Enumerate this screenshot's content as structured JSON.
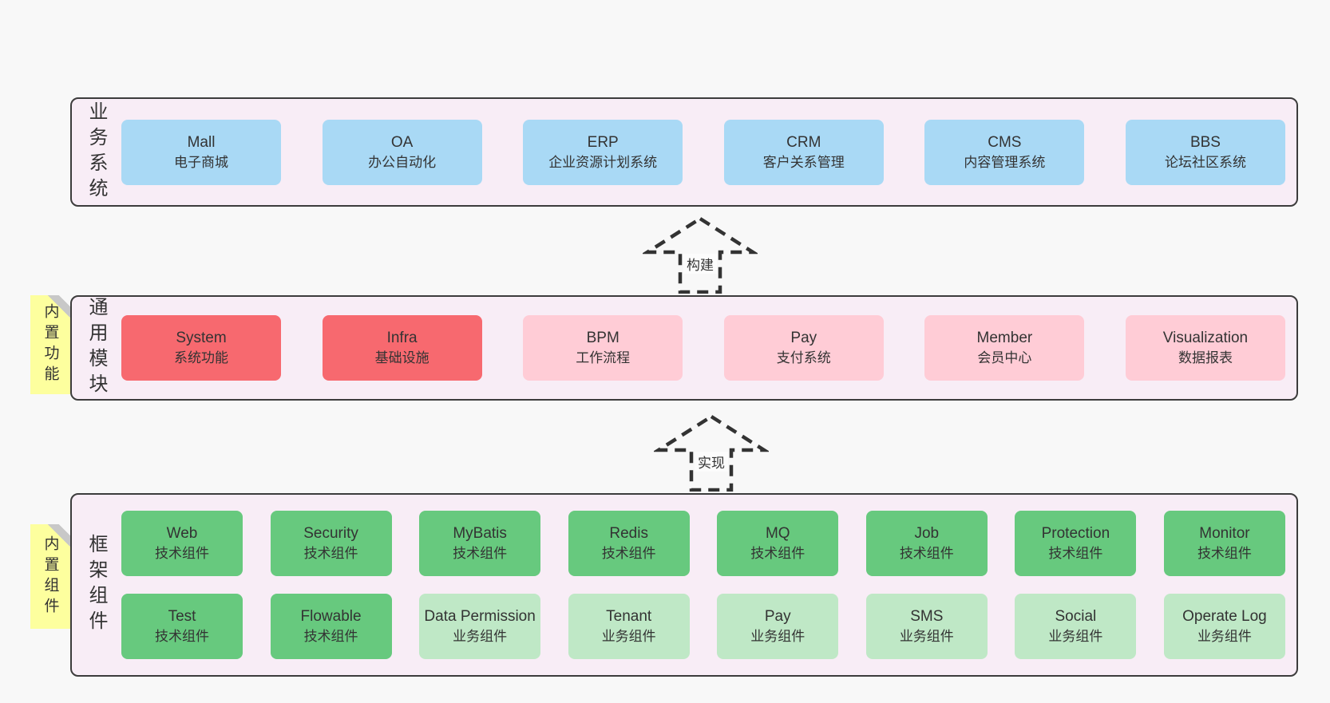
{
  "diagram": {
    "colors": {
      "page_bg": "#f8f8f8",
      "section_bg": "#f8edf6",
      "section_border": "#3c3c3c",
      "text": "#333333",
      "blue": "#a9d9f5",
      "red": "#f7696f",
      "pink": "#ffccd6",
      "green": "#67c97e",
      "light_green": "#bfe8c6",
      "sticky": "#fdff9e",
      "sticky_fold": "#c8c8c8",
      "arrow": "#333333",
      "label_bg": "#fcfcfc"
    },
    "sections": [
      {
        "id": "business-systems",
        "label": "业务系统",
        "sticky": null,
        "rows": [
          [
            {
              "title": "Mall",
              "subtitle": "电子商城",
              "variant": "blue"
            },
            {
              "title": "OA",
              "subtitle": "办公自动化",
              "variant": "blue"
            },
            {
              "title": "ERP",
              "subtitle": "企业资源计划系统",
              "variant": "blue"
            },
            {
              "title": "CRM",
              "subtitle": "客户关系管理",
              "variant": "blue"
            },
            {
              "title": "CMS",
              "subtitle": "内容管理系统",
              "variant": "blue"
            },
            {
              "title": "BBS",
              "subtitle": "论坛社区系统",
              "variant": "blue"
            }
          ]
        ]
      },
      {
        "id": "common-modules",
        "label": "通用模块",
        "sticky": "内置功能",
        "rows": [
          [
            {
              "title": "System",
              "subtitle": "系统功能",
              "variant": "red"
            },
            {
              "title": "Infra",
              "subtitle": "基础设施",
              "variant": "red"
            },
            {
              "title": "BPM",
              "subtitle": "工作流程",
              "variant": "pink"
            },
            {
              "title": "Pay",
              "subtitle": "支付系统",
              "variant": "pink"
            },
            {
              "title": "Member",
              "subtitle": "会员中心",
              "variant": "pink"
            },
            {
              "title": "Visualization",
              "subtitle": "数据报表",
              "variant": "pink"
            }
          ]
        ]
      },
      {
        "id": "framework-components",
        "label": "框架组件",
        "sticky": "内置组件",
        "rows": [
          [
            {
              "title": "Web",
              "subtitle": "技术组件",
              "variant": "green"
            },
            {
              "title": "Security",
              "subtitle": "技术组件",
              "variant": "green"
            },
            {
              "title": "MyBatis",
              "subtitle": "技术组件",
              "variant": "green"
            },
            {
              "title": "Redis",
              "subtitle": "技术组件",
              "variant": "green"
            },
            {
              "title": "MQ",
              "subtitle": "技术组件",
              "variant": "green"
            },
            {
              "title": "Job",
              "subtitle": "技术组件",
              "variant": "green"
            },
            {
              "title": "Protection",
              "subtitle": "技术组件",
              "variant": "green"
            },
            {
              "title": "Monitor",
              "subtitle": "技术组件",
              "variant": "green"
            }
          ],
          [
            {
              "title": "Test",
              "subtitle": "技术组件",
              "variant": "green"
            },
            {
              "title": "Flowable",
              "subtitle": "技术组件",
              "variant": "green"
            },
            {
              "title": "Data Permission",
              "subtitle": "业务组件",
              "variant": "light_green"
            },
            {
              "title": "Tenant",
              "subtitle": "业务组件",
              "variant": "light_green"
            },
            {
              "title": "Pay",
              "subtitle": "业务组件",
              "variant": "light_green"
            },
            {
              "title": "SMS",
              "subtitle": "业务组件",
              "variant": "light_green"
            },
            {
              "title": "Social",
              "subtitle": "业务组件",
              "variant": "light_green"
            },
            {
              "title": "Operate Log",
              "subtitle": "业务组件",
              "variant": "light_green"
            }
          ]
        ]
      }
    ],
    "arrows": [
      {
        "label": "构建"
      },
      {
        "label": "实现"
      }
    ]
  }
}
